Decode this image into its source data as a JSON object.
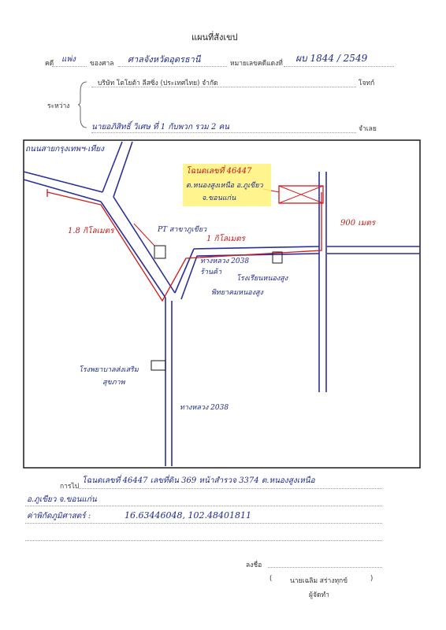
{
  "document": {
    "title": "แผนที่สังเขป",
    "case_label": "คดี",
    "case_type": "แพ่ง",
    "court_label": "ของศาล",
    "court_name": "ศาลจังหวัดอุดรธานี",
    "red_number_label": "หมายเลขคดีแดงที่",
    "red_number": "ผบ 1844 / 2549",
    "between_label": "ระหว่าง",
    "plaintiff": "บริษัท โตโยต้า ลีสซิ่ง (ประเทศไทย) จำกัด",
    "plaintiff_role": "โจทก์",
    "defendant": "นายอภิสิทธิ์ วิเศษ ที่ 1 กับพวก รวม 2 คน",
    "defendant_role": "จำเลย"
  },
  "map": {
    "label_top_left": "ถนนสายกรุงเทพฯ-เทียง",
    "target_label_line1": "โฉนดเลขที่ 46447",
    "target_label_line2": "ต.หนองสูงเหนือ อ.ภูเขียว",
    "target_label_line3": "จ.ขอนแก่น",
    "dist_1_8_km": "1.8 กิโลเมตร",
    "dist_900_m": "900 เมตร",
    "dist_1_km": "1 กิโลเมตร",
    "pt_station": "PT สาขาภูเขียว",
    "road_2038_top": "ทางหลวง 2038",
    "shop_label": "ร้านค้า",
    "school_label_line1": "โรงเรียนหนองสูง",
    "school_label_line2": "พิทยาคมหนองสูง",
    "clinic_label_line1": "โรงพยาบาลส่งเสริม",
    "clinic_label_line2": "สุขภาพ",
    "road_2038_bottom": "ทางหลวง 2038"
  },
  "footer": {
    "directions_label": "การไป",
    "directions_text": "โฉนดเลขที่ 46447 เลขที่ดิน 369 หน้าสำรวจ 3374 ต.หนองสูงเหนือ",
    "directions_text_2": "อ.ภูเขียว จ.ขอนแก่น",
    "coords_label": "ค่าพิกัดภูมิศาสตร์ :",
    "coords_value": "16.63446048, 102.48401811",
    "sign_label": "ลงชื่อ",
    "signer_open": "(",
    "signer_name": "นายเฉลิม สร่างทุกข์",
    "signer_close": ")",
    "signer_role": "ผู้จัดทำ"
  },
  "colors": {
    "road": "#2a2f9a",
    "route": "#d21a1a",
    "highlight": "#fff27a",
    "handwriting": "#1d2a8f"
  }
}
